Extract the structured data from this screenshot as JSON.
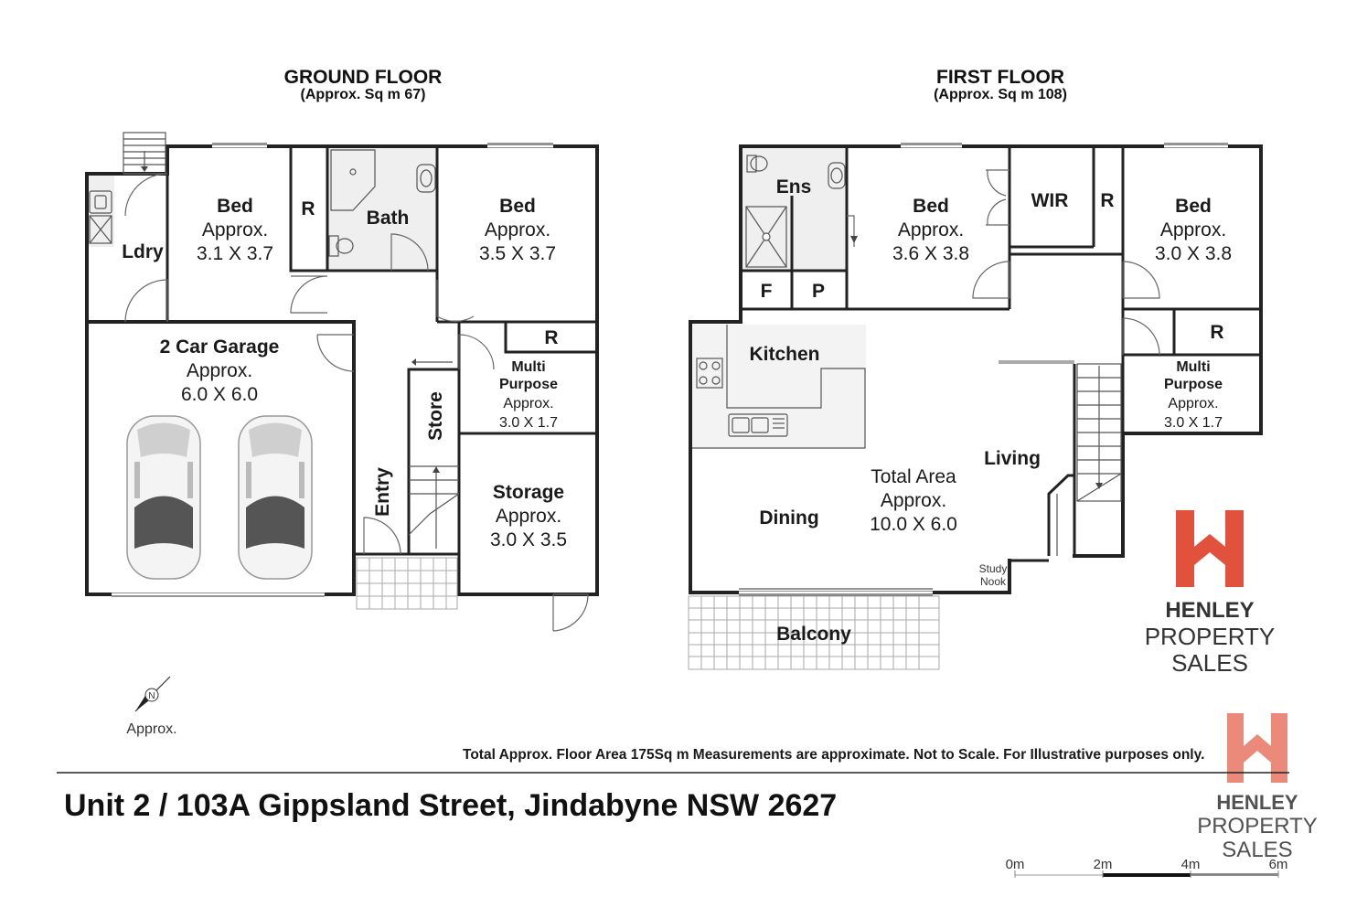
{
  "floors": {
    "ground": {
      "title": "GROUND FLOOR",
      "area": "(Approx. Sq m 67)",
      "rooms": {
        "bed1": {
          "name": "Bed",
          "approx": "Approx.",
          "size": "3.1 X 3.7"
        },
        "robe1": {
          "name": "R"
        },
        "bath": {
          "name": "Bath"
        },
        "bed2": {
          "name": "Bed",
          "approx": "Approx.",
          "size": "3.5 X 3.7"
        },
        "laundry": {
          "name": "Ldry"
        },
        "garage": {
          "name": "2 Car Garage",
          "approx": "Approx.",
          "size": "6.0 X 6.0"
        },
        "robe2": {
          "name": "R"
        },
        "multi": {
          "name1": "Multi",
          "name2": "Purpose",
          "approx": "Approx.",
          "size": "3.0 X 1.7"
        },
        "store": {
          "name": "Store"
        },
        "entry": {
          "name": "Entry"
        },
        "storage": {
          "name": "Storage",
          "approx": "Approx.",
          "size": "3.0 X 3.5"
        }
      }
    },
    "first": {
      "title": "FIRST FLOOR",
      "area": "(Approx. Sq m 108)",
      "rooms": {
        "ens": {
          "name": "Ens"
        },
        "bed1": {
          "name": "Bed",
          "approx": "Approx.",
          "size": "3.6 X 3.8"
        },
        "wir": {
          "name": "WIR"
        },
        "robe1": {
          "name": "R"
        },
        "bed2": {
          "name": "Bed",
          "approx": "Approx.",
          "size": "3.0 X 3.8"
        },
        "f": {
          "name": "F"
        },
        "p": {
          "name": "P"
        },
        "kitchen": {
          "name": "Kitchen"
        },
        "robe2": {
          "name": "R"
        },
        "multi": {
          "name1": "Multi",
          "name2": "Purpose",
          "approx": "Approx.",
          "size": "3.0 X 1.7"
        },
        "living": {
          "name": "Living"
        },
        "total": {
          "name": "Total Area",
          "approx": "Approx.",
          "size": "10.0 X 6.0"
        },
        "dining": {
          "name": "Dining"
        },
        "study": {
          "name1": "Study",
          "name2": "Nook"
        },
        "balcony": {
          "name": "Balcony"
        }
      }
    }
  },
  "compass": {
    "letter": "N",
    "label": "Approx."
  },
  "disclaimer": "Total Approx. Floor Area 175Sq m Measurements are approximate. Not to Scale. For Illustrative purposes only.",
  "address": "Unit 2 / 103A Gippsland Street, Jindabyne NSW  2627",
  "logo": {
    "line1": "HENLEY",
    "line2": "PROPERTY",
    "line3": "SALES",
    "color": "#e2513c"
  },
  "scale": {
    "labels": [
      "0m",
      "2m",
      "4m",
      "6m"
    ]
  },
  "colors": {
    "wall": "#222222",
    "wet_area": "#efefef",
    "brand": "#e2513c"
  }
}
